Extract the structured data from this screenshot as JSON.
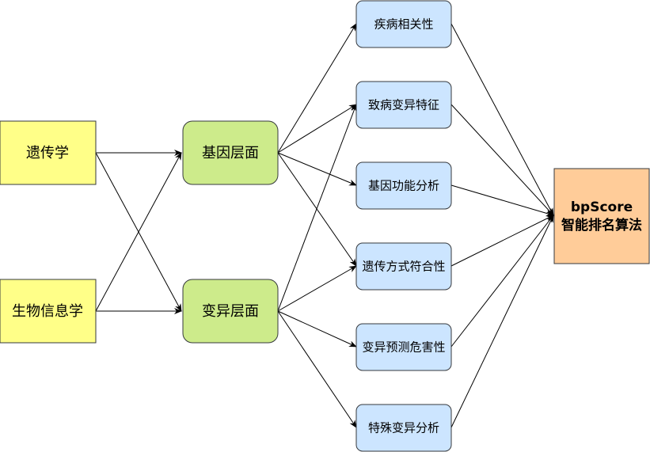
{
  "diagram": {
    "nodes": {
      "genetics": "遗传学",
      "bioinformatics": "生物信息学",
      "gene_level": "基因层面",
      "variant_level": "变异层面",
      "disease_relevance": "疾病相关性",
      "pathogenic_features": "致病变异特征",
      "gene_function": "基因功能分析",
      "inheritance_pattern": "遗传方式符合性",
      "variant_harm": "变异预测危害性",
      "special_variant": "特殊变异分析",
      "algorithm_line1": "bpScore",
      "algorithm_line2": "智能排名算法"
    },
    "colors": {
      "source_fill": "#ffff88",
      "source_stroke": "#36393d",
      "level_fill": "#cdeb8b",
      "level_stroke": "#36393d",
      "factor_fill": "#cce5ff",
      "factor_stroke": "#36393d",
      "algorithm_fill": "#ffcc99",
      "algorithm_stroke": "#36393d",
      "edge": "#000000"
    }
  }
}
